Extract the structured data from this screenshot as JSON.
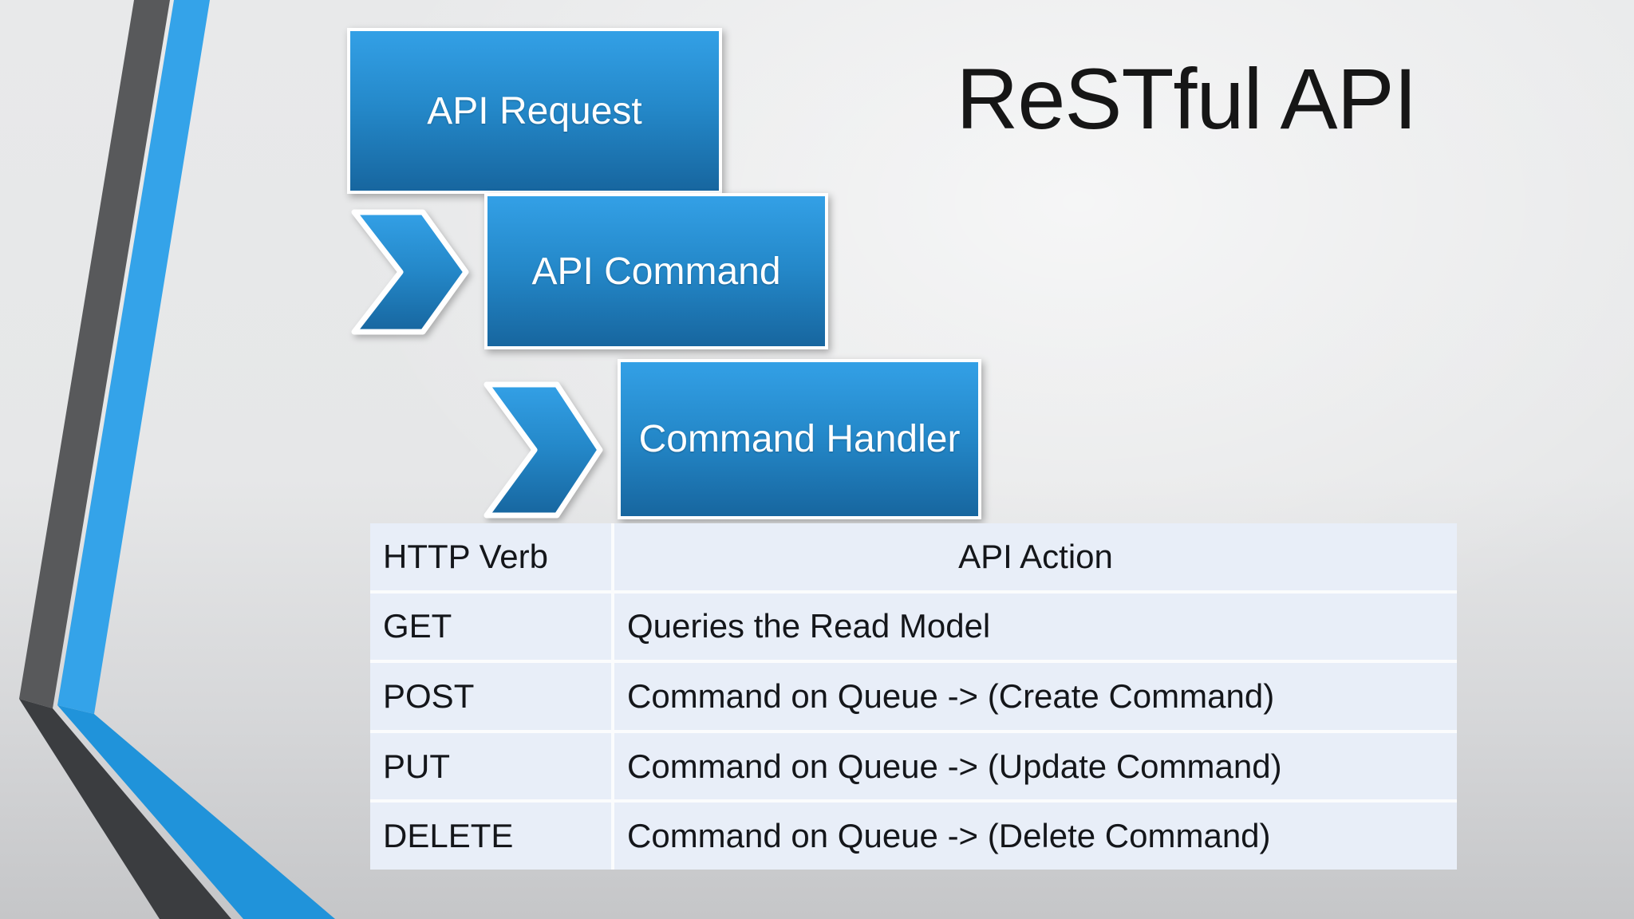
{
  "slide": {
    "title": "ReSTful API",
    "diagram": {
      "steps": [
        {
          "label": "API Request"
        },
        {
          "label": "API Command"
        },
        {
          "label": "Command Handler"
        }
      ],
      "connector_icon": "chevron-right"
    },
    "table": {
      "header": {
        "verb": "HTTP Verb",
        "action": "API Action"
      },
      "rows": [
        {
          "verb": "GET",
          "action": "Queries the Read Model"
        },
        {
          "verb": "POST",
          "action": "Command on Queue -> (Create Command)"
        },
        {
          "verb": "PUT",
          "action": "Command on Queue -> (Update Command)"
        },
        {
          "verb": "DELETE",
          "action": "Command on Queue -> (Delete Command)"
        }
      ]
    },
    "colors": {
      "box_gradient_top": "#33a0e6",
      "box_gradient_bottom": "#17669f",
      "box_border": "#ffffff",
      "box_text": "#ffffff",
      "ribbon_gray_upper": "#58595b",
      "ribbon_gray_lower": "#3b3d40",
      "ribbon_blue_upper": "#34a3e9",
      "ribbon_blue_lower": "#2093da",
      "table_row_fill": "#e8eef8",
      "table_gap": "#fbfcfd",
      "table_text": "#14161a",
      "title_text": "#161616",
      "background_light": "#e8e9ea",
      "background_dark": "#c5c6c8"
    }
  }
}
